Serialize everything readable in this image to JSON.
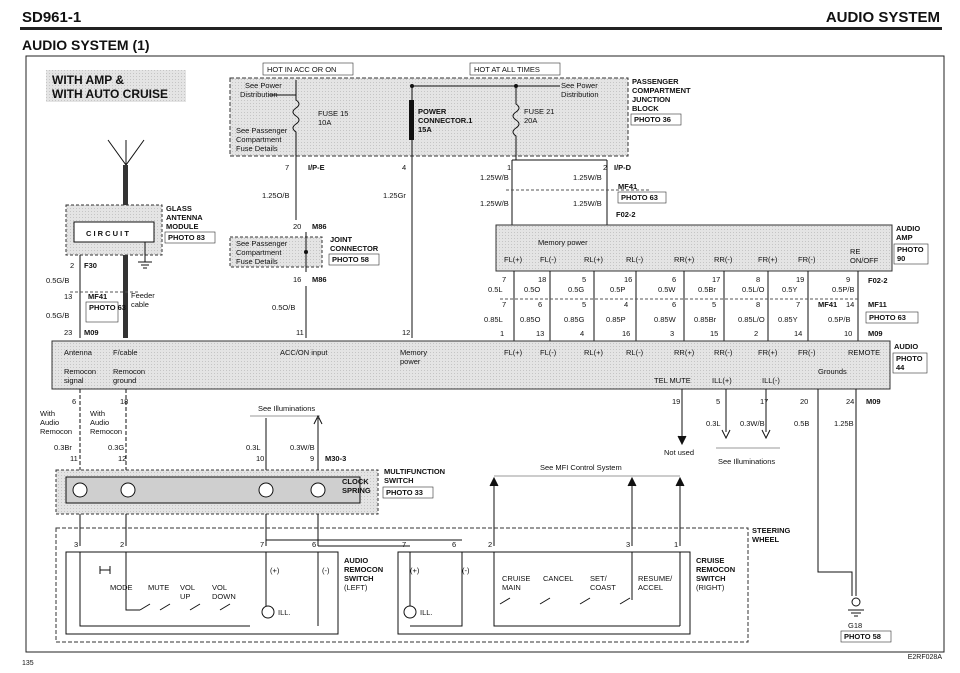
{
  "header": {
    "doc_code": "SD961-1",
    "system_title": "AUDIO SYSTEM",
    "section_title": "AUDIO SYSTEM (1)"
  },
  "footer": {
    "page_number": "135",
    "figure_code": "E2RF028A"
  },
  "variant": {
    "line1": "WITH AMP &",
    "line2": "WITH AUTO CRUISE"
  },
  "power": {
    "hot_acc": "HOT IN ACC OR ON",
    "hot_always": "HOT AT ALL TIMES",
    "see_power_1": "See Power",
    "see_power_2": "Distribution",
    "see_fuse_1": "See Passenger",
    "see_fuse_2": "Compartment",
    "see_fuse_3": "Fuse Details",
    "fuse15_name": "FUSE 15",
    "fuse15_rating": "10A",
    "pc_name_1": "POWER",
    "pc_name_2": "CONNECTOR.1",
    "pc_rating": "15A",
    "fuse21_name": "FUSE 21",
    "fuse21_rating": "20A",
    "pjb_1": "PASSENGER",
    "pjb_2": "COMPARTMENT",
    "pjb_3": "JUNCTION",
    "pjb_4": "BLOCK",
    "pjb_photo": "PHOTO 36"
  },
  "connectors": {
    "ipe": "I/P-E",
    "ipd": "I/P-D",
    "mf41": "MF41",
    "m86": "M86",
    "f022": "F02-2",
    "f30": "F30",
    "m09": "M09",
    "mf11": "MF11",
    "m303": "M30-3"
  },
  "joint": {
    "name_1": "JOINT",
    "name_2": "CONNECTOR",
    "photo": "PHOTO 58"
  },
  "antenna": {
    "module_1": "GLASS",
    "module_2": "ANTENNA",
    "module_3": "MODULE",
    "photo": "PHOTO 83",
    "circuit": "C I R C U I T",
    "feeder_1": "Feeder",
    "feeder_2": "cable"
  },
  "photo63": "PHOTO 63",
  "amp": {
    "name_1": "AUDIO",
    "name_2": "AMP",
    "photo_1": "PHOTO",
    "photo_2": "90",
    "memory_power": "Memory power",
    "terminals": [
      "FL(+)",
      "FL(-)",
      "RL(+)",
      "RL(-)",
      "RR(+)",
      "RR(-)",
      "FR(+)",
      "FR(-)",
      "RE ON/OFF"
    ],
    "remote_1": "RE",
    "remote_2": "ON/OFF"
  },
  "audio_unit": {
    "name": "AUDIO",
    "photo_1": "PHOTO",
    "photo_2": "44",
    "antenna": "Antenna",
    "fcable": "F/cable",
    "acc_on": "ACC/ON input",
    "memory_1": "Memory",
    "memory_2": "power",
    "terminals": [
      "FL(+)",
      "FL(-)",
      "RL(+)",
      "RL(-)",
      "RR(+)",
      "RR(-)",
      "FR(+)",
      "FR(-)",
      "REMOTE"
    ],
    "remocon_sig_1": "Remocon",
    "remocon_sig_2": "signal",
    "remocon_gnd_1": "Remocon",
    "remocon_gnd_2": "ground",
    "tel_mute": "TEL MUTE",
    "ill_plus": "ILL(+)",
    "ill_minus": "ILL(-)",
    "grounds": "Grounds"
  },
  "wires": {
    "w1_25ob": "1.25O/B",
    "w1_25gr": "1.25Gr",
    "w1_25wb": "1.25W/B",
    "w0_5ob": "0.5O/B",
    "w0_5gb": "0.5G/B",
    "w0_3br": "0.3Br",
    "w0_3g": "0.3G",
    "w0_3l": "0.3L",
    "w0_3wb": "0.3W/B",
    "w0_5b": "0.5B",
    "w1_25b": "1.25B",
    "amp_top": [
      "0.5L",
      "0.5O",
      "0.5G",
      "0.5P",
      "0.5W",
      "0.5Br",
      "0.5L/O",
      "0.5Y",
      "0.5P/B"
    ],
    "amp_bot": [
      "0.85L",
      "0.85O",
      "0.85G",
      "0.85P",
      "0.85W",
      "0.85Br",
      "0.85L/O",
      "0.85Y",
      "0.5P/B"
    ]
  },
  "pins": {
    "amp_f022_top": [
      "7",
      "18",
      "5",
      "16",
      "6",
      "17",
      "8",
      "19",
      "9"
    ],
    "amp_mf41": [
      "7",
      "6",
      "5",
      "4",
      "6",
      "5",
      "8",
      "7",
      "14"
    ],
    "audio_m09": [
      "1",
      "13",
      "4",
      "16",
      "3",
      "15",
      "2",
      "14",
      "10"
    ]
  },
  "notes": {
    "with_audio_1": "With",
    "with_audio_2": "Audio",
    "with_audio_3": "Remocon",
    "see_illum": "See Illuminations",
    "not_used": "Not used",
    "see_mfi": "See MFI Control System"
  },
  "multifunction": {
    "name_1": "MULTIFUNCTION",
    "name_2": "SWITCH",
    "clock_1": "CLOCK",
    "clock_2": "SPRING",
    "photo": "PHOTO 33"
  },
  "steering": {
    "name_1": "STEERING",
    "name_2": "WHEEL"
  },
  "left_switch": {
    "name_1": "AUDIO",
    "name_2": "REMOCON",
    "name_3": "SWITCH",
    "name_4": "(LEFT)",
    "mode": "MODE",
    "mute": "MUTE",
    "vol_up_1": "VOL",
    "vol_up_2": "UP",
    "vol_dn_1": "VOL",
    "vol_dn_2": "DOWN",
    "ill": "ILL.",
    "plus": "(+)",
    "minus": "(-)"
  },
  "right_switch": {
    "name_1": "CRUISE",
    "name_2": "REMOCON",
    "name_3": "SWITCH",
    "name_4": "(RIGHT)",
    "cruise_1": "CRUISE",
    "cruise_2": "MAIN",
    "cancel": "CANCEL",
    "set_1": "SET/",
    "set_2": "COAST",
    "resume_1": "RESUME/",
    "resume_2": "ACCEL",
    "ill": "ILL.",
    "plus": "(+)",
    "minus": "(-)"
  },
  "ground": {
    "name": "G18",
    "photo": "PHOTO 58"
  }
}
